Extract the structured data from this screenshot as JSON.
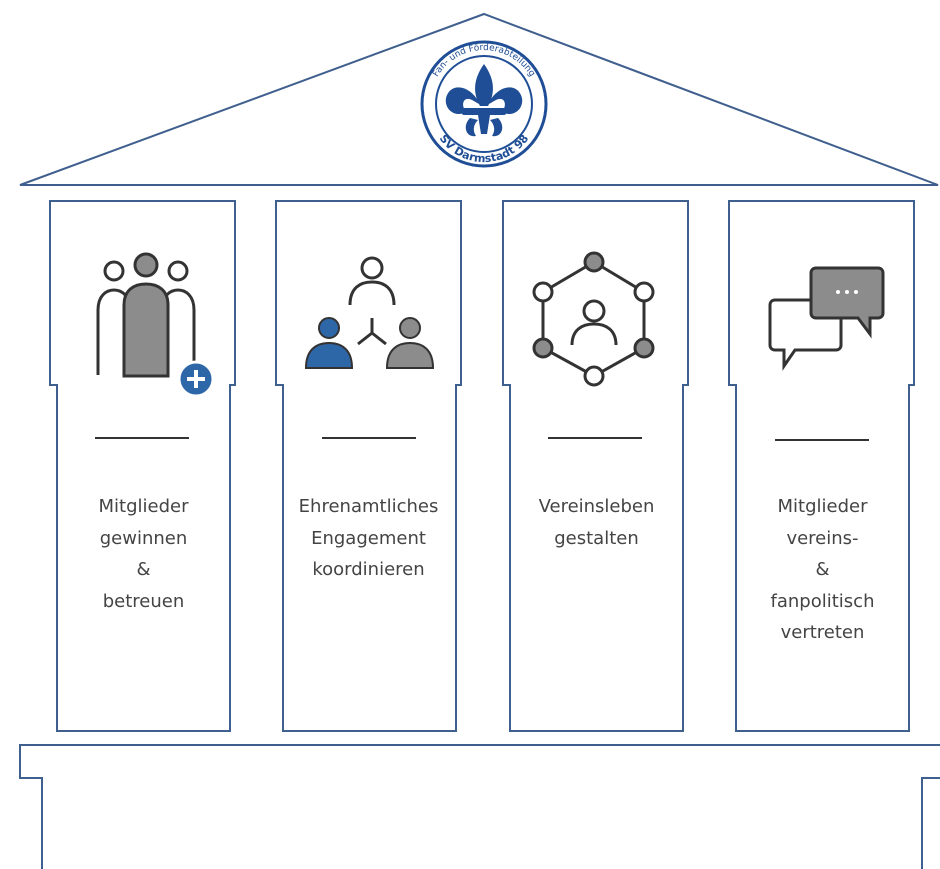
{
  "logo": {
    "name": "club-crest",
    "ring_text_top": "Fan- und Förderabteilung",
    "ring_text_bottom": "SV Darmstadt 98",
    "colors": {
      "ring": "#1f4e96",
      "emblem": "#1f4e96"
    }
  },
  "pillars": [
    {
      "icon": "people-add-icon",
      "lines": [
        "Mitglieder",
        "gewinnen",
        "&",
        "betreuen"
      ]
    },
    {
      "icon": "team-network-icon",
      "lines": [
        "Ehrenamtliches",
        "Engagement",
        "koordinieren"
      ]
    },
    {
      "icon": "community-hub-icon",
      "lines": [
        "Vereinsleben",
        "gestalten"
      ]
    },
    {
      "icon": "speech-bubbles-icon",
      "lines": [
        "Mitglieder",
        "vereins-",
        "&",
        "fanpolitisch",
        "vertreten"
      ]
    }
  ],
  "colors": {
    "outline": "#3f5f8e",
    "accent_blue": "#2e67a8",
    "icon_gray": "#8c8c8c",
    "icon_dark": "#333333"
  }
}
